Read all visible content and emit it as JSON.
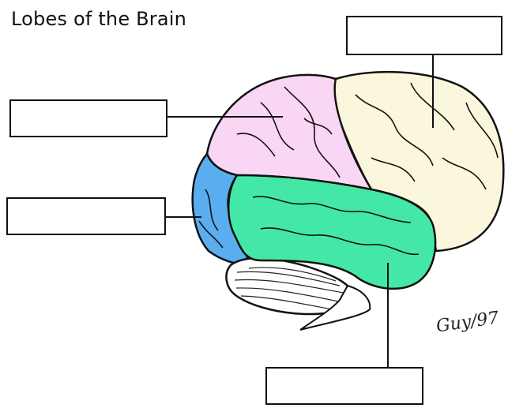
{
  "title": "Lobes of the Brain",
  "signature": "Guy/97",
  "credit": "",
  "lobes": [
    {
      "name": "frontal",
      "color": "#fbf7dc"
    },
    {
      "name": "parietal",
      "color": "#f9d6f3"
    },
    {
      "name": "occipital",
      "color": "#5aaef0"
    },
    {
      "name": "temporal",
      "color": "#44e8a6"
    },
    {
      "name": "cerebellum",
      "color": "#ffffff"
    }
  ],
  "label_boxes": [
    {
      "id": "top-right",
      "text": ""
    },
    {
      "id": "upper-left",
      "text": ""
    },
    {
      "id": "lower-left",
      "text": ""
    },
    {
      "id": "bottom",
      "text": ""
    }
  ],
  "colors": {
    "outline": "#111111",
    "background": "#ffffff"
  }
}
